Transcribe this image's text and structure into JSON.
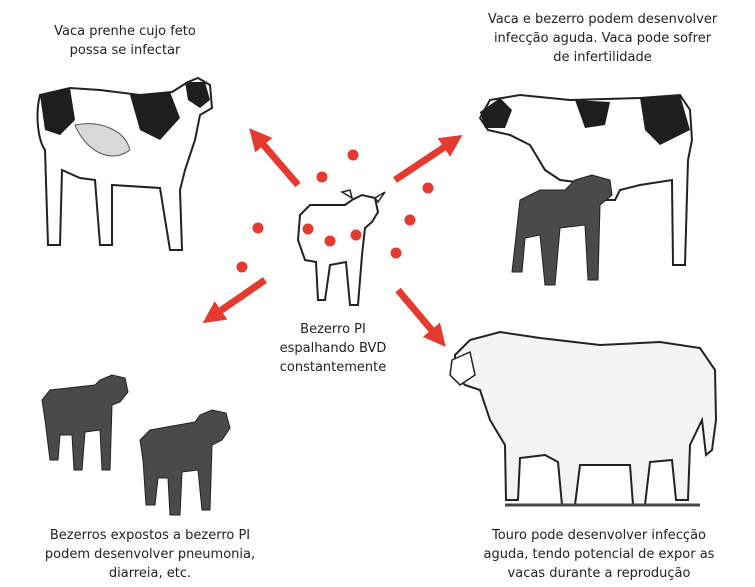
{
  "center": {
    "lines": [
      "Bezerro PI",
      "espalhando BVD",
      "constantemente"
    ]
  },
  "top_left": {
    "lines": [
      "Vaca prenhe cujo feto",
      "possa se infectar"
    ]
  },
  "top_right": {
    "lines": [
      "Vaca e bezerro podem desenvolver",
      "infecção aguda. Vaca pode sofrer",
      "de infertilidade"
    ]
  },
  "bottom_left": {
    "lines": [
      "Bezerros expostos a bezerro PI",
      "podem desenvolver pneumonia,",
      "diarreia, etc."
    ]
  },
  "bottom_right": {
    "lines": [
      "Touro pode desenvolver infecção",
      "aguda, tendo potencial de expor as",
      "vacas durante a reprodução"
    ]
  },
  "colors": {
    "arrow": "#e53a2f",
    "dot": "#e53a2f",
    "silhouette": "#4a4a4a",
    "outline": "#222222",
    "patch": "#1e1e1e"
  }
}
